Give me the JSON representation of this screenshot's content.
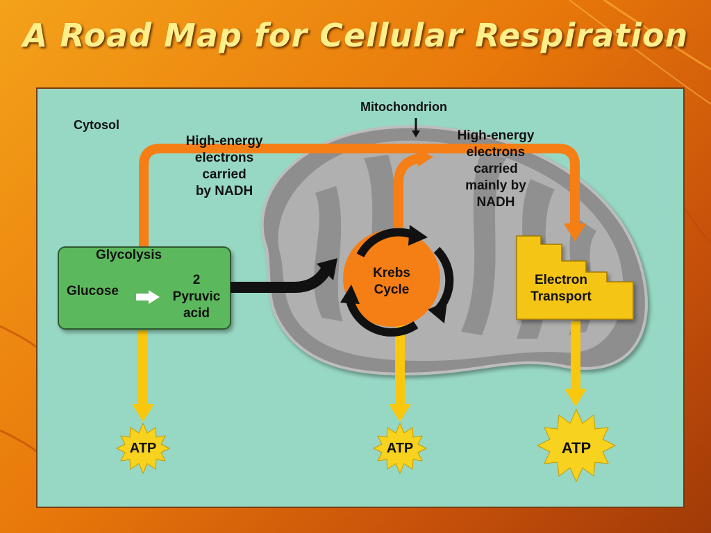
{
  "title": "A Road Map for Cellular Respiration",
  "labels": {
    "cytosol": "Cytosol",
    "mitochondrion": "Mitochondrion",
    "nadh_left": "High-energy\nelectrons\ncarried\nby NADH",
    "nadh_right": "High-energy\nelectrons\ncarried\nmainly by\nNADH",
    "glycolysis": "Glycolysis",
    "glucose": "Glucose",
    "pyruvic": "2\nPyruvic\nacid",
    "krebs": "Krebs\nCycle",
    "electron_transport": "Electron\nTransport",
    "atp_left": "ATP",
    "atp_mid": "ATP",
    "atp_right": "ATP"
  },
  "colors": {
    "panel": "#97d8c4",
    "orange_arrow": "#f57e15",
    "yellow_arrow": "#f9c80e",
    "glycolysis_box": "#5cb85c",
    "krebs": "#f57e15",
    "electron_transport": "#f5c518",
    "atp_star": "#f7d21e",
    "title": "#ffef8a"
  }
}
